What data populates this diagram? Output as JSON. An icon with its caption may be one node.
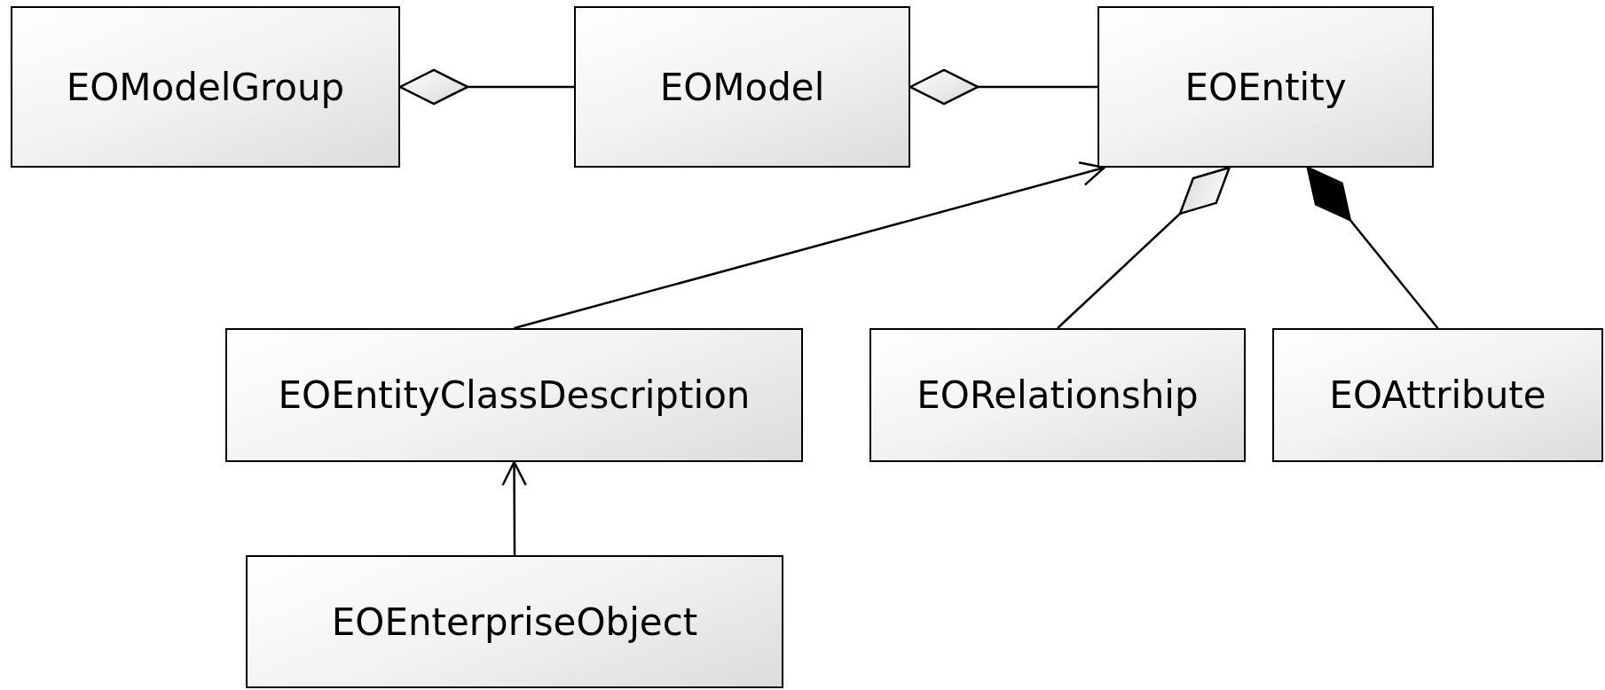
{
  "diagram": {
    "nodes": [
      {
        "text": [
          "EOModelGroup"
        ]
      },
      {
        "text": [
          "EOModel"
        ]
      },
      {
        "text": [
          "EOEntity"
        ]
      },
      {
        "text": [
          "EOEntityClassDescription"
        ]
      },
      {
        "text": [
          "EORelationship"
        ]
      },
      {
        "text": [
          "EOAttribute"
        ]
      },
      {
        "text": [
          "EOEnterpriseObject"
        ]
      }
    ],
    "edges": [
      {
        "from": 0,
        "to": 1,
        "arrow": "other"
      },
      {
        "from": 1,
        "to": 2,
        "arrow": "other"
      },
      {
        "from": 3,
        "to": 2,
        "arrow": "to"
      },
      {
        "from": 2,
        "to": 4,
        "arrow": "other"
      },
      {
        "from": 2,
        "to": 5,
        "arrow": "other"
      },
      {
        "from": 6,
        "to": 3,
        "arrow": "to"
      }
    ]
  }
}
